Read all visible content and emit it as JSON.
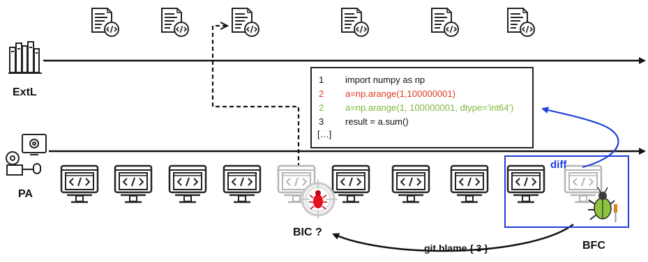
{
  "labels": {
    "extl": "ExtL",
    "pa": "PA",
    "bic": "BIC ?",
    "bfc": "BFC",
    "diff": "diff",
    "git_blame": "git blame { 3 }"
  },
  "code": {
    "lines": [
      {
        "num": "1",
        "text": "import numpy as np"
      },
      {
        "num": "2",
        "text": "a=np.arange(1,100000001)"
      },
      {
        "num": "2",
        "text": "a=np.arange(1, 100000001, dtype='int64')"
      },
      {
        "num": "3",
        "text": "result = a.sum()"
      }
    ],
    "ellipsis": "[…]"
  },
  "colors": {
    "removed": "#e03a1e",
    "added": "#7cb83a",
    "diff_blue": "#1f3fd8",
    "dark": "#222222",
    "faded": "#b5b5b5"
  },
  "icons": {
    "extl": "library-books-icon",
    "pa": "server-workstation-icon",
    "document": "code-document-icon",
    "commit": "code-monitor-icon",
    "bug": "bug-icon"
  }
}
